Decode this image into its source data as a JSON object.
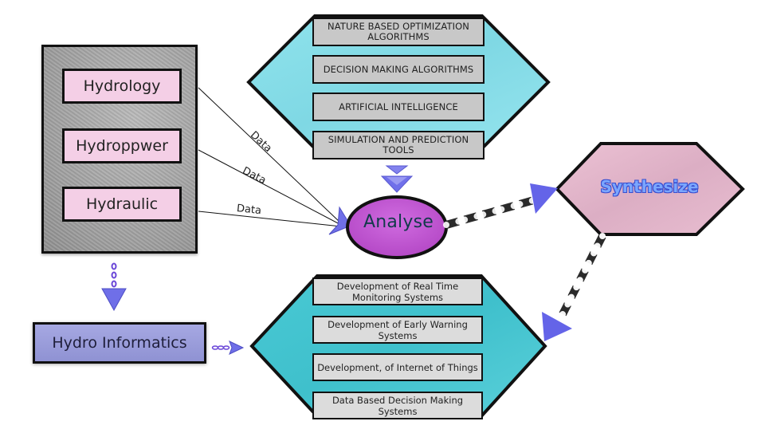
{
  "sources": {
    "items": [
      {
        "label": "Hydrology"
      },
      {
        "label": "Hydroppwer"
      },
      {
        "label": "Hydraulic"
      }
    ]
  },
  "connectors": {
    "data_labels": [
      "Data",
      "Data",
      "Data"
    ]
  },
  "methods": {
    "items": [
      {
        "label": "NATURE BASED OPTIMIZATION ALGORITHMS"
      },
      {
        "label": "DECISION MAKING ALGORITHMS"
      },
      {
        "label": "ARTIFICIAL INTELLIGENCE"
      },
      {
        "label": "SIMULATION AND PREDICTION TOOLS"
      }
    ]
  },
  "analyse": {
    "label": "Analyse"
  },
  "synthesize": {
    "label": "Synthesize"
  },
  "hydro_informatics": {
    "label": "Hydro Informatics"
  },
  "outcomes": {
    "items": [
      {
        "label": "Development of Real Time Monitoring Systems"
      },
      {
        "label": "Development of Early Warning Systems"
      },
      {
        "label": "Development, of Internet of Things"
      },
      {
        "label": "Data Based Decision Making Systems"
      }
    ]
  },
  "colors": {
    "source_box": "#f4cfe6",
    "hexagon_fill": "#7fdbe6",
    "analyse_fill": "#c35ad3",
    "arrow": "#6464e8",
    "info_box": "#9a9ddb",
    "synth_fill": "#e6b8cc"
  }
}
